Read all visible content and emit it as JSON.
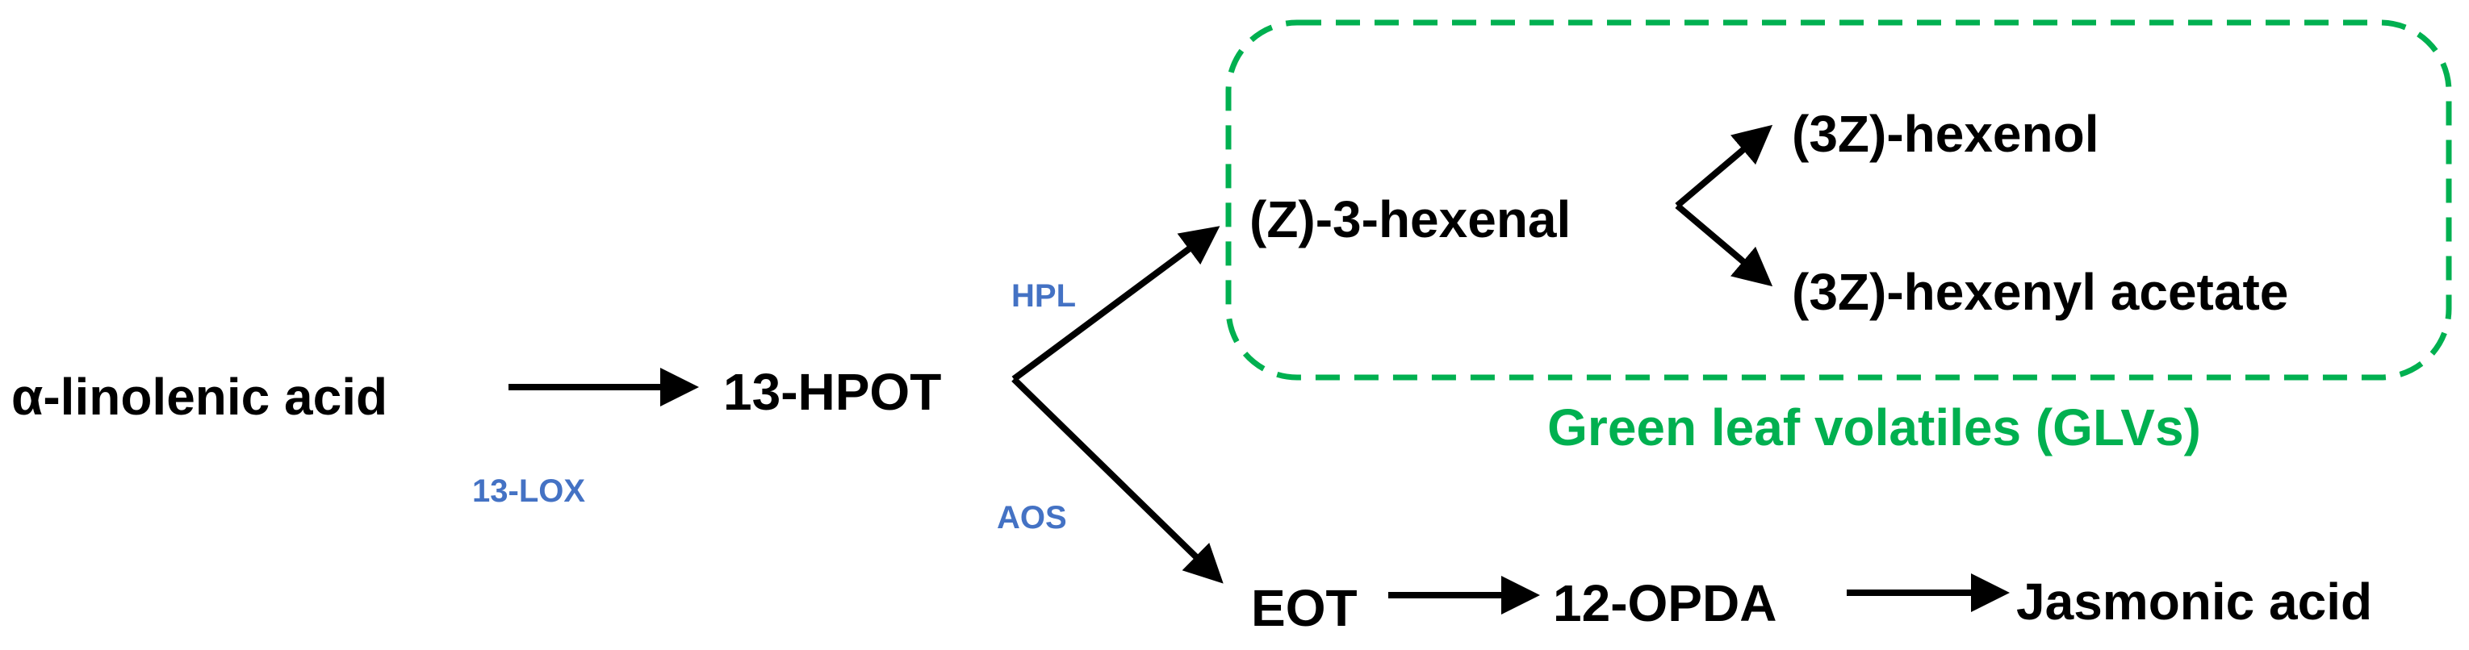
{
  "colors": {
    "compound": "#000000",
    "enzyme": "#4472c4",
    "group": "#00b050",
    "arrow": "#000000"
  },
  "compounds": {
    "alpha_linolenic_acid": "α-linolenic acid",
    "hpot": "13-HPOT",
    "z3_hexenal": "(Z)-3-hexenal",
    "hexenol": "(3Z)-hexenol",
    "hexenyl_acetate": "(3Z)-hexenyl acetate",
    "eot": "EOT",
    "opda": "12-OPDA",
    "jasmonic_acid": "Jasmonic acid"
  },
  "enzymes": {
    "lox": "13-LOX",
    "hpl": "HPL",
    "aos": "AOS"
  },
  "group": {
    "label": "Green leaf volatiles (GLVs)"
  }
}
